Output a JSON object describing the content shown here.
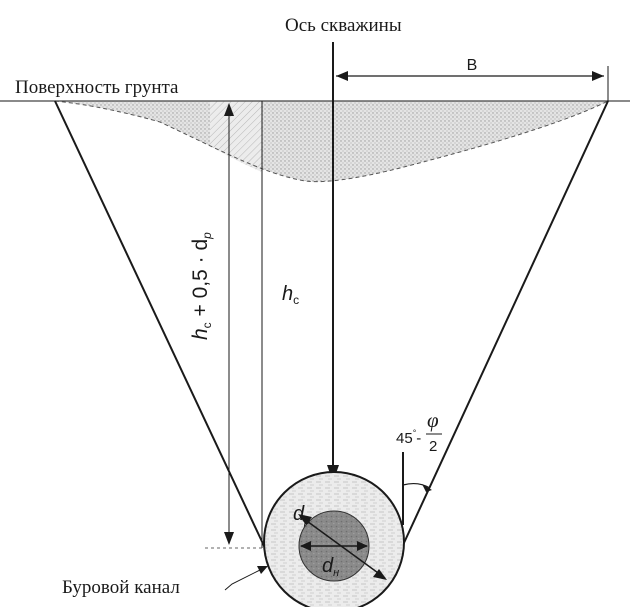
{
  "labels": {
    "borehole_axis": "Ось скважины",
    "ground_surface": "Поверхность грунта",
    "width_b": "B",
    "drill_channel": "Буровой канал",
    "angle_prefix": "45",
    "angle_degree": "°",
    "angle_dash": "-",
    "angle_phi": "φ",
    "angle_two": "2",
    "depth_h": "h",
    "depth_h_sub": "c",
    "depth_total_h": "h",
    "depth_total_h_sub": "c",
    "depth_total_rest": " + 0,5 · d",
    "depth_total_sub": "p",
    "dp_letter": "d",
    "dp_sub": "p",
    "dn_letter": "d",
    "dn_sub": "н"
  },
  "colors": {
    "line": "#1a1a1a",
    "settlement_fill": "#bfbfbf",
    "hatch_fill": "#d9d9d9",
    "pipe_outer": "#e6e6e6",
    "pipe_inner": "#8c8c8c"
  }
}
